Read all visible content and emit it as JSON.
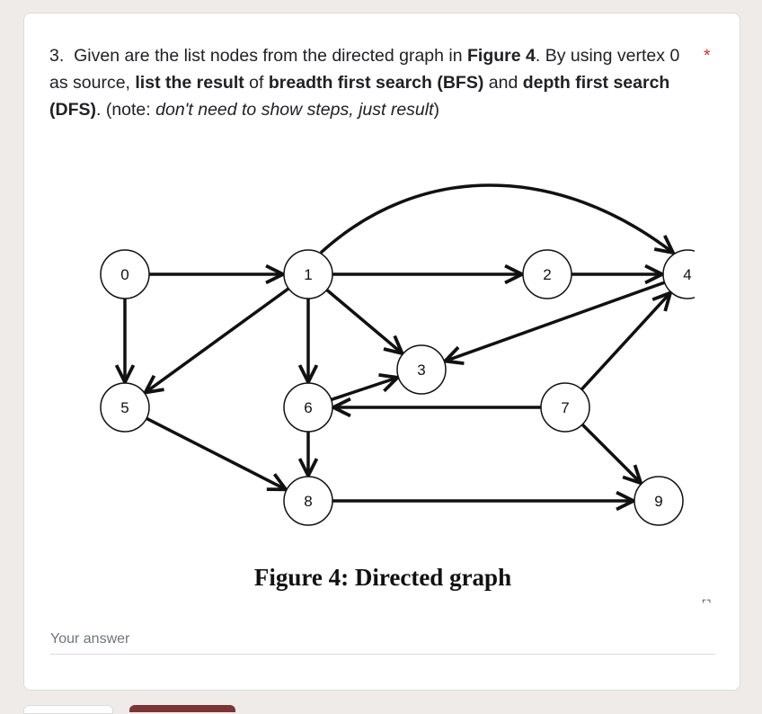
{
  "question": {
    "number": "3.",
    "segments": [
      {
        "text": "Given are the list nodes from the directed graph in ",
        "style": "normal"
      },
      {
        "text": "Figure 4",
        "style": "bold"
      },
      {
        "text": ". By using vertex 0 as source, ",
        "style": "normal"
      },
      {
        "text": "list the result",
        "style": "bold"
      },
      {
        "text": " of ",
        "style": "normal"
      },
      {
        "text": "breadth first search (BFS)",
        "style": "bold"
      },
      {
        "text": " and ",
        "style": "normal"
      },
      {
        "text": "depth first search (DFS)",
        "style": "bold"
      },
      {
        "text": ". (note: ",
        "style": "normal"
      },
      {
        "text": "don't need to show steps, just result",
        "style": "italic"
      },
      {
        "text": ")",
        "style": "normal"
      }
    ],
    "required_marker": "*"
  },
  "figure": {
    "caption": "Figure 4: Directed graph",
    "nodes": [
      {
        "id": "0",
        "label": "0"
      },
      {
        "id": "1",
        "label": "1"
      },
      {
        "id": "2",
        "label": "2"
      },
      {
        "id": "3",
        "label": "3"
      },
      {
        "id": "4",
        "label": "4"
      },
      {
        "id": "5",
        "label": "5"
      },
      {
        "id": "6",
        "label": "6"
      },
      {
        "id": "7",
        "label": "7"
      },
      {
        "id": "8",
        "label": "8"
      },
      {
        "id": "9",
        "label": "9"
      }
    ],
    "edges": [
      {
        "from": "0",
        "to": "1"
      },
      {
        "from": "0",
        "to": "5"
      },
      {
        "from": "1",
        "to": "2"
      },
      {
        "from": "1",
        "to": "4"
      },
      {
        "from": "1",
        "to": "3"
      },
      {
        "from": "1",
        "to": "6"
      },
      {
        "from": "1",
        "to": "5"
      },
      {
        "from": "2",
        "to": "4"
      },
      {
        "from": "4",
        "to": "3"
      },
      {
        "from": "5",
        "to": "8"
      },
      {
        "from": "6",
        "to": "3"
      },
      {
        "from": "6",
        "to": "8"
      },
      {
        "from": "7",
        "to": "6"
      },
      {
        "from": "7",
        "to": "4"
      },
      {
        "from": "7",
        "to": "9"
      },
      {
        "from": "8",
        "to": "9"
      }
    ]
  },
  "answer": {
    "placeholder": "Your answer",
    "value": ""
  }
}
